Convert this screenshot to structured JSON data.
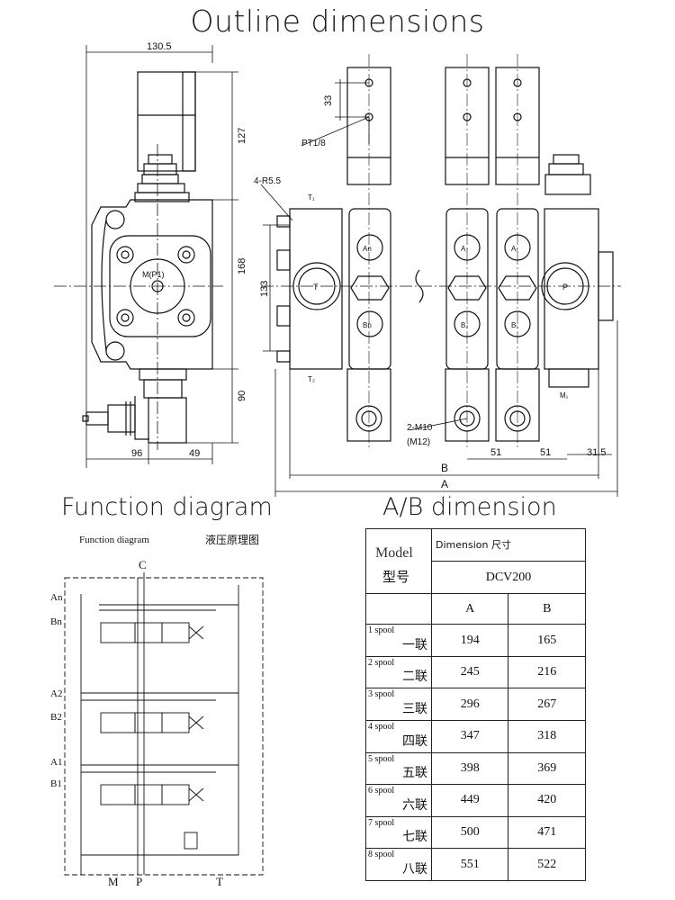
{
  "headings": {
    "outline": "Outline dimensions",
    "function": "Function diagram",
    "ab": "A/B dimension"
  },
  "outline": {
    "dims": {
      "width_130_5": "130.5",
      "h127": "127",
      "h168": "168",
      "h90": "90",
      "w96": "96",
      "w49": "49",
      "h33": "33",
      "h133": "133",
      "w51a": "51",
      "w51b": "51",
      "w31_5": "31.5",
      "B": "B",
      "A": "A"
    },
    "labels": {
      "pt": "PT1/8",
      "r": "4-R5.5",
      "m_p1": "M(P1)",
      "m10": "2-M10",
      "m12": "(M12)",
      "T1": "T₁",
      "T2": "T₂",
      "T": "T",
      "P": "P",
      "An": "An",
      "Bn": "Bn",
      "A2": "A₂",
      "B2": "B₂",
      "A1": "A₁",
      "B1": "B₁",
      "M1": "M₁"
    }
  },
  "function_diagram": {
    "caption_en": "Function diagram",
    "caption_cn": "液压原理图",
    "port_C": "C",
    "ports_left": [
      "An",
      "Bn",
      "A2",
      "B2",
      "A1",
      "B1"
    ],
    "ports_bottom": [
      "M",
      "P",
      "T"
    ]
  },
  "ab_table": {
    "model_en": "Model",
    "model_cn": "型号",
    "dimension_en": "Dimension",
    "dimension_cn": "尺寸",
    "model_name": "DCV200",
    "col_a": "A",
    "col_b": "B",
    "rows": [
      {
        "spool": "1 spool",
        "cn": "一联",
        "a": "194",
        "b": "165"
      },
      {
        "spool": "2 spool",
        "cn": "二联",
        "a": "245",
        "b": "216"
      },
      {
        "spool": "3 spool",
        "cn": "三联",
        "a": "296",
        "b": "267"
      },
      {
        "spool": "4 spool",
        "cn": "四联",
        "a": "347",
        "b": "318"
      },
      {
        "spool": "5 spool",
        "cn": "五联",
        "a": "398",
        "b": "369"
      },
      {
        "spool": "6 spool",
        "cn": "六联",
        "a": "449",
        "b": "420"
      },
      {
        "spool": "7 spool",
        "cn": "七联",
        "a": "500",
        "b": "471"
      },
      {
        "spool": "8 spool",
        "cn": "八联",
        "a": "551",
        "b": "522"
      }
    ]
  }
}
